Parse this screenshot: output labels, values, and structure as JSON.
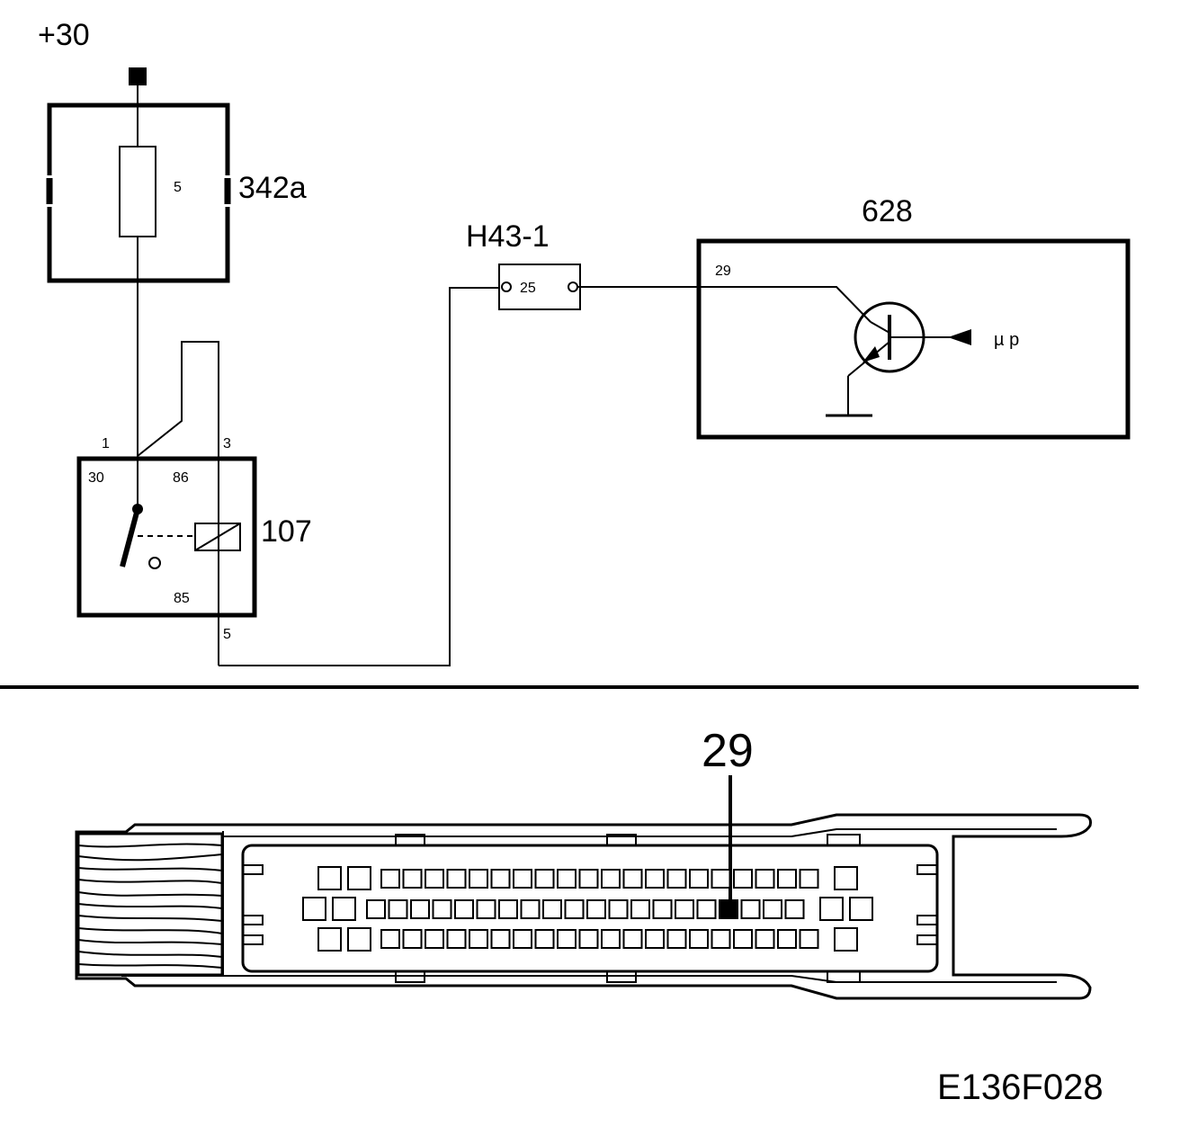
{
  "top_schematic": {
    "supply_label": "+30",
    "fuse_box": {
      "label": "342a",
      "fuse_value": "5"
    },
    "relay": {
      "label": "107",
      "pin_1": "1",
      "pin_3": "3",
      "pin_5": "5",
      "terminal_30": "30",
      "terminal_86": "86",
      "terminal_85": "85"
    },
    "connector": {
      "label": "H43-1",
      "pin": "25"
    },
    "control_module": {
      "label": "628",
      "pin": "29",
      "microprocessor": "µ p"
    }
  },
  "bottom_connector_view": {
    "highlighted_pin": "29"
  },
  "figure_id": "E136F028"
}
